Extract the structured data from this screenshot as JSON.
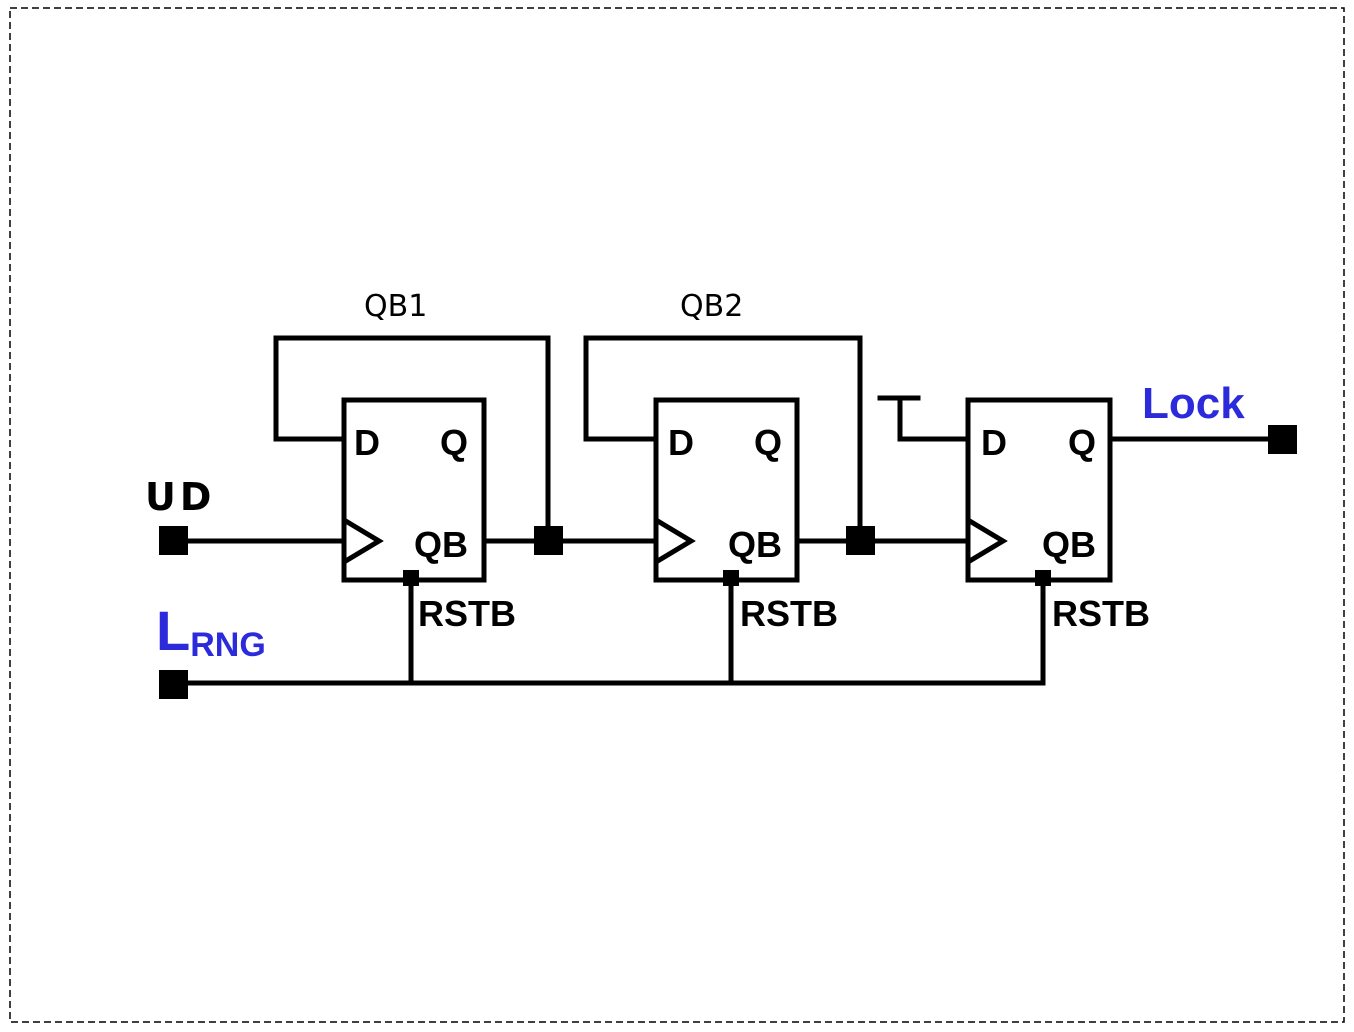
{
  "colors": {
    "wire": "#000000",
    "label_accent": "#2b2bdc",
    "background": "#ffffff",
    "frame": "#000000"
  },
  "ports": {
    "ud": "UD",
    "lrng_main": "L",
    "lrng_sub": "RNG",
    "lock": "Lock"
  },
  "nets": {
    "qb1": "QB1",
    "qb2": "QB2"
  },
  "flip_flops": [
    {
      "d": "D",
      "q": "Q",
      "qb": "QB",
      "rstb": "RSTB"
    },
    {
      "d": "D",
      "q": "Q",
      "qb": "QB",
      "rstb": "RSTB"
    },
    {
      "d": "D",
      "q": "Q",
      "qb": "QB",
      "rstb": "RSTB"
    }
  ],
  "symbols": {
    "clock_input": "triangle",
    "tie_high": "T-bar"
  }
}
